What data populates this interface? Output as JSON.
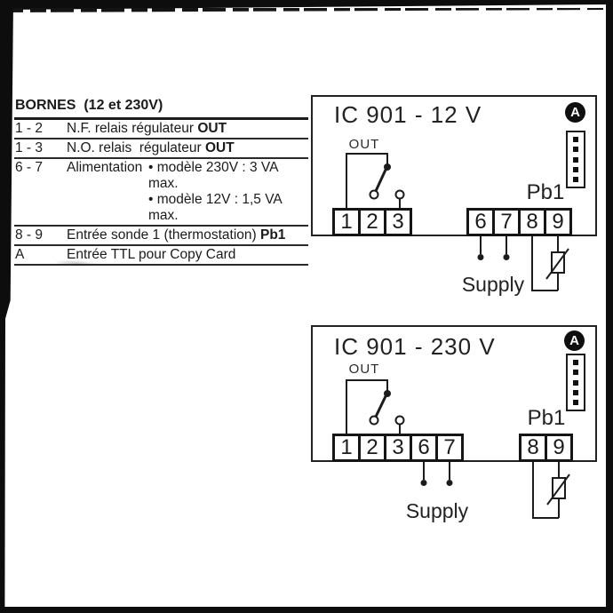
{
  "page": {
    "background": "#ffffff",
    "ink": "#1b1b1b"
  },
  "table": {
    "header": "BORNES  (12 et 230V)",
    "rows": [
      {
        "terminals": "1 - 2",
        "description": "N.F. relais régulateur ",
        "bold_suffix": "OUT"
      },
      {
        "terminals": "1 - 3",
        "description": "N.O. relais  régulateur ",
        "bold_suffix": "OUT"
      },
      {
        "terminals": "6 - 7",
        "description": "Alimentation",
        "details": [
          "• modèle 230V : 3 VA max.",
          "• modèle 12V : 1,5 VA max."
        ]
      },
      {
        "terminals": "8 - 9",
        "description": "Entrée sonde 1 (thermostation) ",
        "bold_suffix": "Pb1"
      },
      {
        "terminals": "A",
        "description": "Entrée TTL pour Copy Card",
        "bold_suffix": ""
      }
    ]
  },
  "diagrams": [
    {
      "title": "IC 901 - 12 V",
      "relay_label": "OUT",
      "probe_label": "Pb1",
      "supply_label": "Supply",
      "copycard_label": "A",
      "left_terminals": [
        "1",
        "2",
        "3"
      ],
      "right_terminals": [
        "6",
        "7",
        "8",
        "9"
      ]
    },
    {
      "title": "IC 901 - 230 V",
      "relay_label": "OUT",
      "probe_label": "Pb1",
      "supply_label": "Supply",
      "copycard_label": "A",
      "left_terminals": [
        "1",
        "2",
        "3",
        "6",
        "7"
      ],
      "right_terminals": [
        "8",
        "9"
      ]
    }
  ]
}
